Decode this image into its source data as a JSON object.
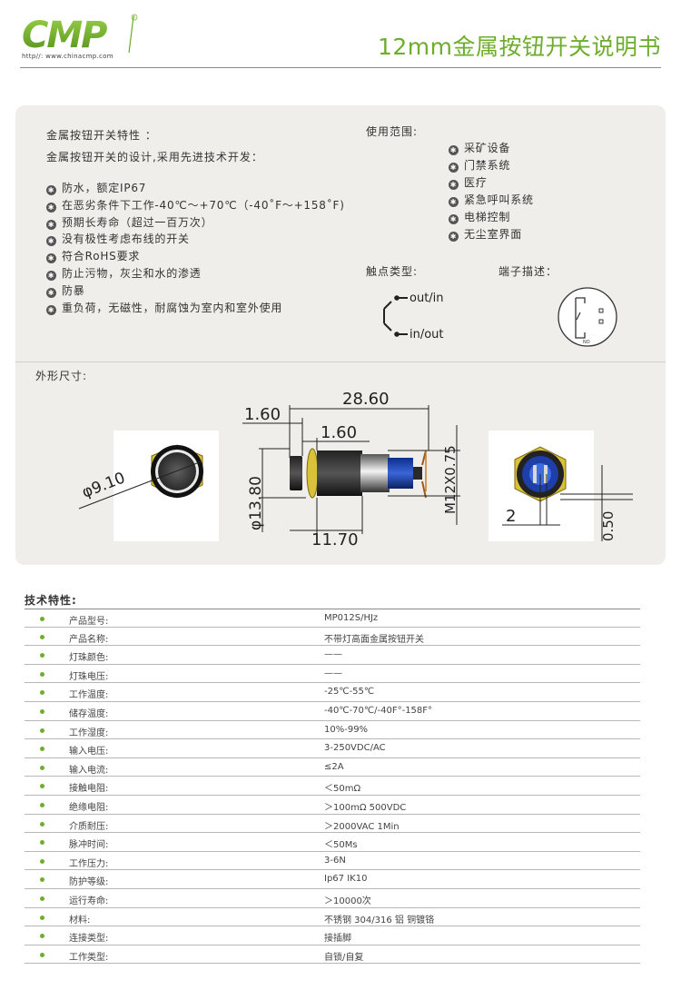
{
  "header": {
    "logo_text": "CMP",
    "logo_url": "http//: www.chinacmp.com",
    "title": "12mm金属按钮开关说明书"
  },
  "features": {
    "title": "金属按钮开关特性 ：",
    "subtitle": "金属按钮开关的设计,采用先进技术开发：",
    "items": [
      "防水，额定IP67",
      "在恶劣条件下工作-40℃～+70℃（-40˚F～+158˚F)",
      "预期长寿命（超过一百万次）",
      "没有极性考虑布线的开关",
      "符合RoHS要求",
      "防止污物，灰尘和水的渗透",
      "防暴",
      "重负荷，无磁性，耐腐蚀为室内和室外使用"
    ]
  },
  "usage": {
    "title": "使用范围:",
    "items": [
      "采矿设备",
      "门禁系统",
      "医疗",
      "紧急呼叫系统",
      "电梯控制",
      "无尘室界面"
    ]
  },
  "contact": {
    "title": "触点类型:",
    "out_label": "out/in",
    "in_label": "in/out"
  },
  "terminal": {
    "title": "端子描述：",
    "mark": "NO"
  },
  "dimensions": {
    "title": "外形尺寸:",
    "total_length": "28.60",
    "flange": "1.60",
    "gap": "1.60",
    "diameter": "φ13.80",
    "thread_length": "11.70",
    "thread": "M12X0.75",
    "face_diameter": "φ9.10",
    "pin_width": "2",
    "pin_thickness": "0.50"
  },
  "specs": {
    "title": "技术特性:",
    "rows": [
      {
        "label": "产品型号:",
        "value": "MP012S/HJz"
      },
      {
        "label": "产品名称:",
        "value": "不带灯高面金属按钮开关"
      },
      {
        "label": "灯珠颜色:",
        "value": "——"
      },
      {
        "label": "灯珠电压:",
        "value": "——"
      },
      {
        "label": "工作温度:",
        "value": "-25℃-55℃"
      },
      {
        "label": "储存温度:",
        "value": "-40℃-70℃/-40F°-158F°"
      },
      {
        "label": "工作湿度:",
        "value": "10%-99%"
      },
      {
        "label": "输入电压:",
        "value": "3-250VDC/AC"
      },
      {
        "label": "输入电流:",
        "value": "≤2A"
      },
      {
        "label": "接触电阻:",
        "value": "＜50mΩ"
      },
      {
        "label": "绝缘电阻:",
        "value": "＞100mΩ  500VDC"
      },
      {
        "label": "介质耐压:",
        "value": "＞2000VAC  1Min"
      },
      {
        "label": "脉冲时间:",
        "value": "＜50Ms"
      },
      {
        "label": "工作压力:",
        "value": "3-6N"
      },
      {
        "label": "防护等级:",
        "value": "Ip67 IK10"
      },
      {
        "label": "运行寿命:",
        "value": "＞10000次"
      },
      {
        "label": "材料:",
        "value": "不锈钢 304/316  铝  铜镀铬"
      },
      {
        "label": "连接类型:",
        "value": "接插脚"
      },
      {
        "label": "工作类型:",
        "value": "自锁/自复"
      }
    ]
  },
  "colors": {
    "brand_green": "#6fae2c",
    "panel_gray": "#efeeeb",
    "text": "#333333"
  }
}
